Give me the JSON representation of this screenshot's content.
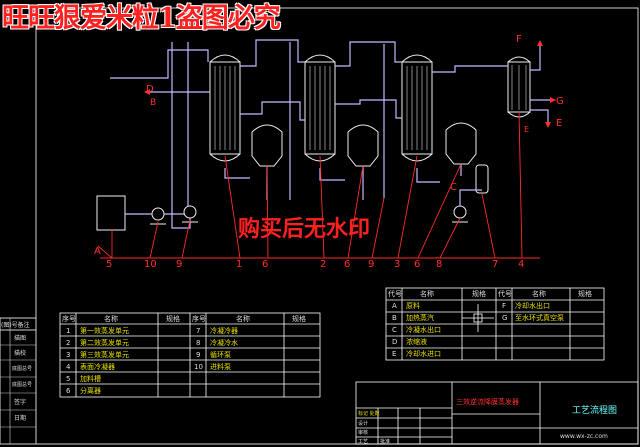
{
  "watermark": {
    "top": "旺旺狠爱米粒1盗图必究",
    "middle": "购买后无水印"
  },
  "diagram": {
    "callout_numbers": [
      "5",
      "10",
      "9",
      "1",
      "6",
      "2",
      "6",
      "9",
      "3",
      "6",
      "8",
      "7",
      "4"
    ],
    "stream_letters": [
      "F",
      "D",
      "B",
      "C",
      "A",
      "G",
      "E",
      "E"
    ]
  },
  "parts_table": {
    "headers": [
      "序号",
      "名称",
      "规格",
      "序号",
      "名称",
      "规格"
    ],
    "rows": [
      [
        "1",
        "第一效蒸发单元",
        "",
        "7",
        "冷凝冷器",
        ""
      ],
      [
        "2",
        "第二效蒸发单元",
        "",
        "8",
        "冷凝冷水",
        ""
      ],
      [
        "3",
        "第三效蒸发单元",
        "",
        "9",
        "循环泵",
        ""
      ],
      [
        "4",
        "表面冷凝器",
        "",
        "10",
        "进料泵",
        ""
      ],
      [
        "5",
        "加料槽",
        "",
        "",
        "",
        ""
      ],
      [
        "6",
        "分离器",
        "",
        "",
        "",
        ""
      ]
    ]
  },
  "legend_table": {
    "headers": [
      "代号",
      "名称",
      "规格",
      "代号",
      "名称",
      "规格"
    ],
    "rows": [
      [
        "A",
        "原料",
        "",
        "F",
        "冷却水出口",
        ""
      ],
      [
        "B",
        "加热蒸汽",
        "",
        "G",
        "至水环式真空泵",
        ""
      ],
      [
        "C",
        "冷凝水出口",
        "",
        "",
        "",
        ""
      ],
      [
        "D",
        "浓缩液",
        "",
        "",
        "",
        ""
      ],
      [
        "E",
        "冷却水进口",
        "",
        "",
        "",
        ""
      ]
    ]
  },
  "side_panel": [
    "(图)号备注",
    "描图",
    "描校",
    "底图总号",
    "底图总号",
    "签字",
    "日期"
  ],
  "title_block": {
    "project": "三效逆流降膜蒸发器",
    "drawing_name": "工艺流程图",
    "website": "www.wx-zc.com",
    "rows": [
      "标记 处数",
      "设计",
      "审核",
      "工艺",
      "批准"
    ]
  },
  "colors": {
    "pipe": "#c5b8ff",
    "outline": "#f0f0f0",
    "callout": "#ff2a2a",
    "table_line": "#ffffff"
  }
}
